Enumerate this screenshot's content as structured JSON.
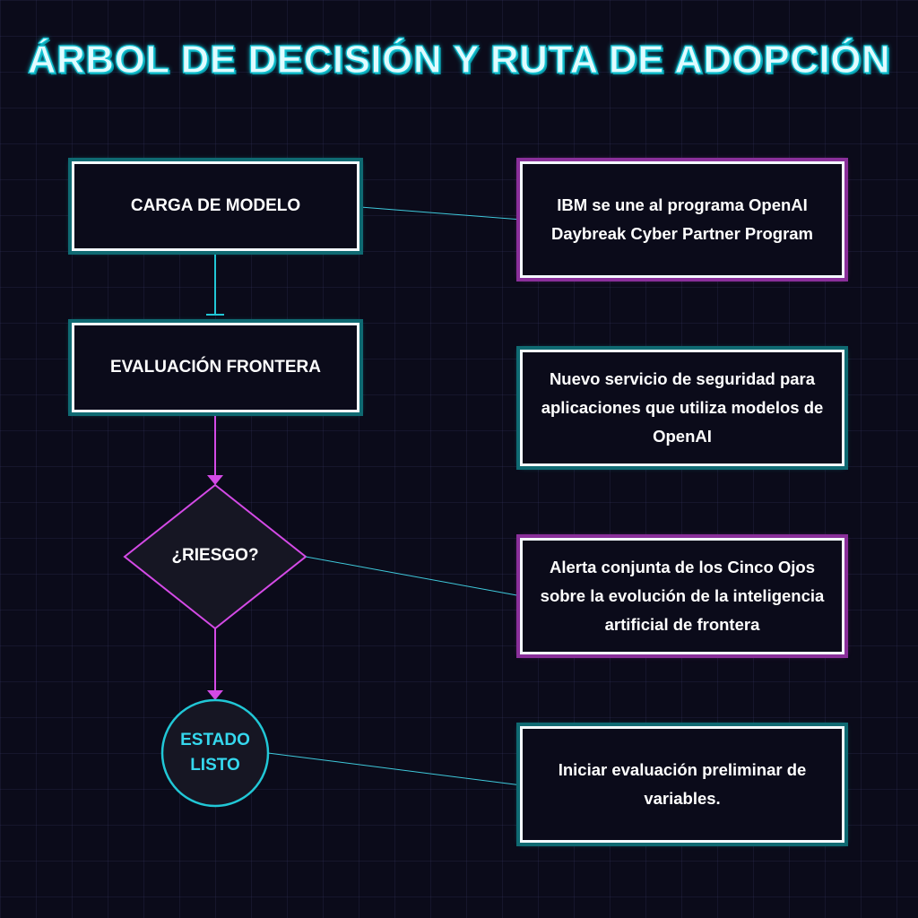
{
  "title": "ÁRBOL DE DECISIÓN Y RUTA DE ADOPCIÓN",
  "colors": {
    "background": "#0b0b1a",
    "teal_accent": "#19c3cf",
    "magenta_accent": "#d44ae6",
    "circle_text": "#35d8ee"
  },
  "flow": {
    "load_model": "CARGA DE MODELO",
    "frontier_eval": "EVALUACIÓN FRONTERA",
    "risk_decision": "¿RIESGO?",
    "ready_state_line1": "ESTADO",
    "ready_state_line2": "LISTO"
  },
  "notes": {
    "note1": "IBM se une al programa OpenAI Daybreak Cyber Partner Program",
    "note2": "Nuevo servicio de seguridad para aplicaciones que utiliza modelos de OpenAI",
    "note3": "Alerta conjunta de los Cinco Ojos sobre la evolución de la inteligencia artificial de frontera",
    "note4": "Iniciar evaluación preliminar de variables."
  }
}
